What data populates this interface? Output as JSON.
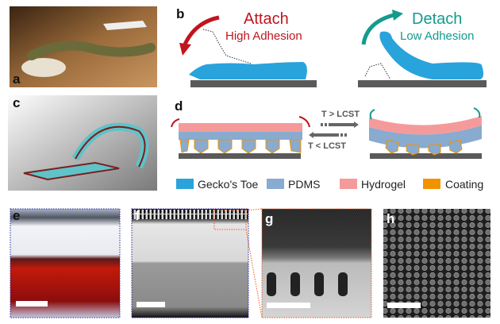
{
  "panels": {
    "a": "a",
    "b": "b",
    "c": "c",
    "d": "d",
    "e": "e",
    "f": "f",
    "g": "g",
    "h": "h"
  },
  "panel_b": {
    "attach_title": "Attach",
    "attach_subtitle": "High Adhesion",
    "detach_title": "Detach",
    "detach_subtitle": "Low Adhesion"
  },
  "panel_d": {
    "forward_condition": "T > LCST",
    "reverse_condition": "T < LCST"
  },
  "legend": [
    {
      "label": "Gecko's Toe",
      "color": "#29a3dc"
    },
    {
      "label": "PDMS",
      "color": "#88abcf"
    },
    {
      "label": "Hydrogel",
      "color": "#f59a9b"
    },
    {
      "label": "Coating",
      "color": "#f39200"
    }
  ],
  "colors": {
    "attach": "#c0151f",
    "detach": "#139b8e",
    "substrate": "#5a5a5a"
  }
}
